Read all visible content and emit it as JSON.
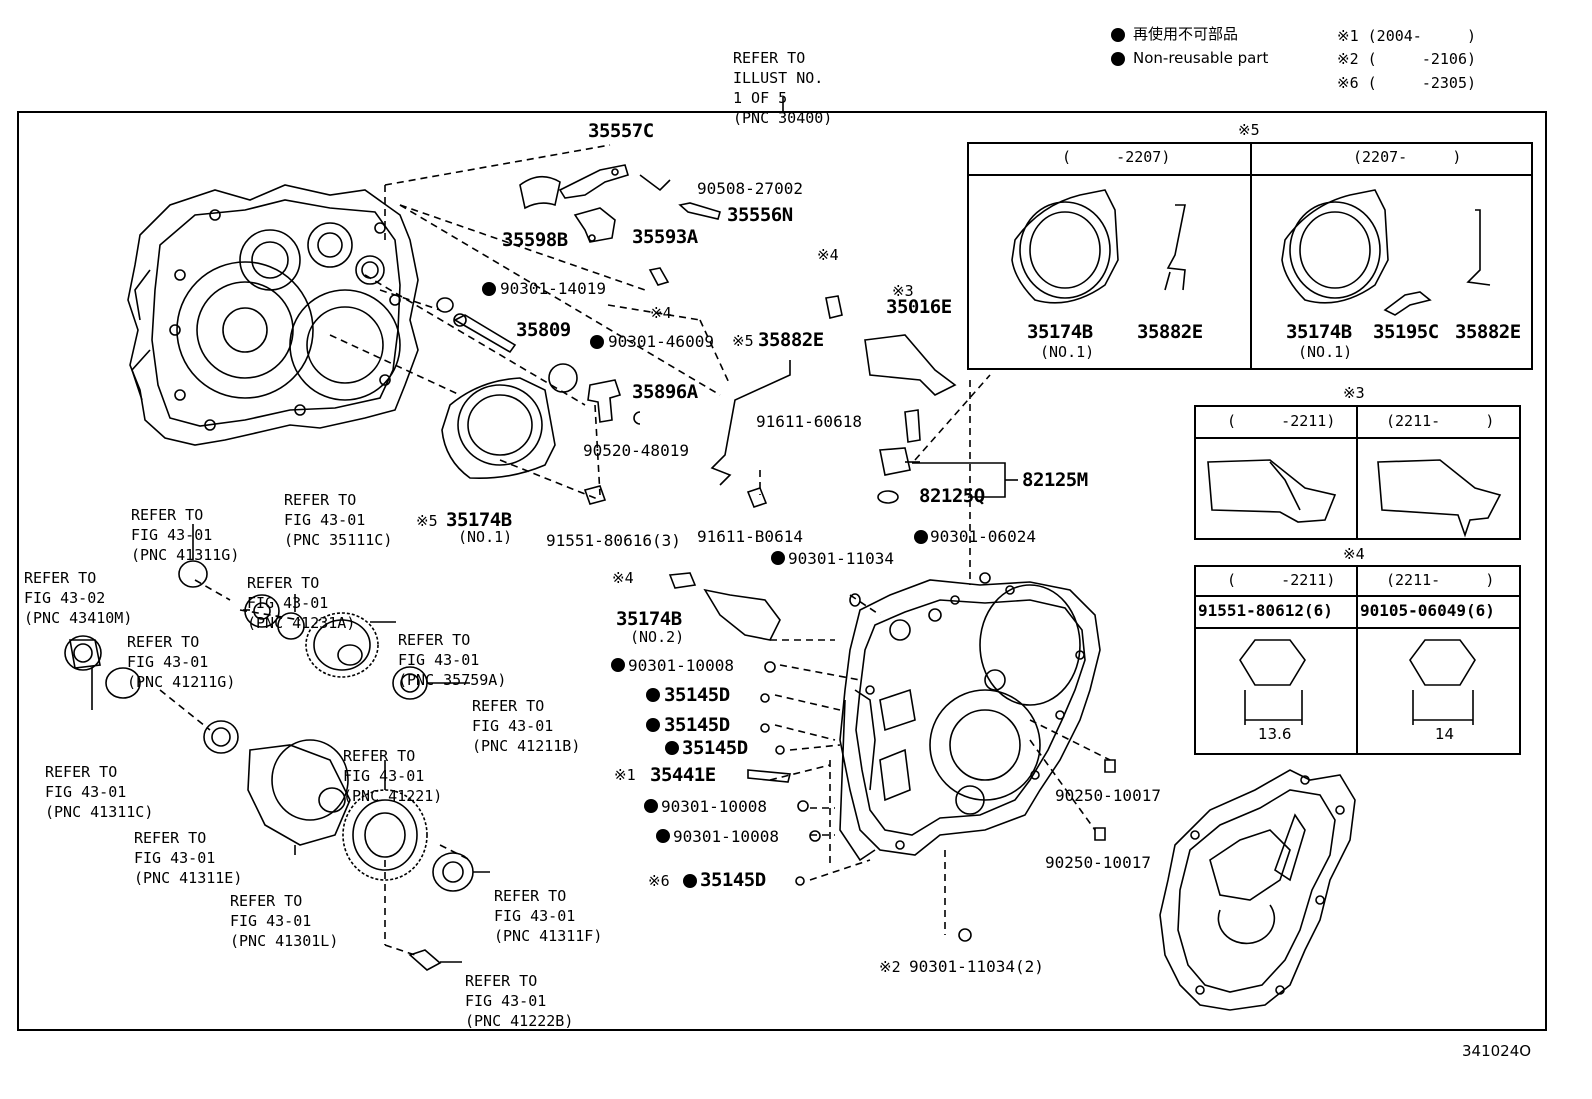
{
  "header": {
    "refer_top": [
      "REFER TO",
      "ILLUST NO.",
      "1 OF 5",
      "(PNC 30400)"
    ],
    "legend_jp": "再使用不可部品",
    "legend_en": "Non-reusable part",
    "notes": [
      "※1 (2004-     )",
      "※2 (     -2106)",
      "※6 (     -2305)"
    ]
  },
  "inset5": {
    "mark": "※5",
    "col1_range": "(     -2207)",
    "col2_range": "(2207-     )",
    "col1_parts": [
      "35174B",
      "35882E"
    ],
    "col1_sub": "(NO.1)",
    "col2_parts": [
      "35174B",
      "35195C",
      "35882E"
    ],
    "col2_sub": "(NO.1)"
  },
  "inset3": {
    "mark": "※3",
    "col1_range": "(     -2211)",
    "col2_range": "(2211-     )"
  },
  "inset4": {
    "mark": "※4",
    "col1_range": "(     -2211)",
    "col2_range": "(2211-     )",
    "col1_part": "91551-80612(6)",
    "col2_part": "90105-06049(6)",
    "col1_dim": "13.6",
    "col2_dim": "14"
  },
  "parts": {
    "p35557C": "35557C",
    "p90508": "90508-27002",
    "p35556N": "35556N",
    "p35598B": "35598B",
    "p35593A": "35593A",
    "mark4a": "※4",
    "p90301_14019": "90301-14019",
    "p35809": "35809",
    "p90301_46009": "90301-46009",
    "mark5a": "※5",
    "p35882E": "35882E",
    "mark4b": "※4",
    "mark3": "※3",
    "p35016E": "35016E",
    "p35896A": "35896A",
    "p90520": "90520-48019",
    "p91611_60618": "91611-60618",
    "p82125M": "82125M",
    "p82125Q": "82125Q",
    "mark5b": "※5",
    "p35174B": "35174B",
    "p35174B_sub": "(NO.1)",
    "p91551_80616": "91551-80616(3)",
    "p91611_B0614": "91611-B0614",
    "p90301_06024": "90301-06024",
    "p90301_11034": "90301-11034",
    "mark4c": "※4",
    "p35174B2": "35174B",
    "p35174B2_sub": "(NO.2)",
    "p90301_10008a": "90301-10008",
    "p35145Da": "35145D",
    "p35145Db": "35145D",
    "p35145Dc": "35145D",
    "mark1": "※1",
    "p35441E": "35441E",
    "p90301_10008b": "90301-10008",
    "p90301_10008c": "90301-10008",
    "mark6": "※6",
    "p35145Dd": "35145D",
    "p90250a": "90250-10017",
    "p90250b": "90250-10017",
    "mark2": "※2",
    "p90301_11034_2": "90301-11034(2)"
  },
  "refs": {
    "r35111C": [
      "REFER TO",
      "FIG 43-01",
      "(PNC 35111C)"
    ],
    "r41311G": [
      "REFER TO",
      "FIG 43-01",
      "(PNC 41311G)"
    ],
    "r43410M": [
      "REFER TO",
      "FIG 43-02",
      "(PNC 43410M)"
    ],
    "r41231A": [
      "REFER TO",
      "FIG 43-01",
      "(PNC 41231A)"
    ],
    "r41211G": [
      "REFER TO",
      "FIG 43-01",
      "(PNC 41211G)"
    ],
    "r35759A": [
      "REFER TO",
      "FIG 43-01",
      "(PNC 35759A)"
    ],
    "r41211B": [
      "REFER TO",
      "FIG 43-01",
      "(PNC 41211B)"
    ],
    "r41221": [
      "REFER TO",
      "FIG 43-01",
      "(PNC 41221)"
    ],
    "r41311C": [
      "REFER TO",
      "FIG 43-01",
      "(PNC 41311C)"
    ],
    "r41311E": [
      "REFER TO",
      "FIG 43-01",
      "(PNC 41311E)"
    ],
    "r41301L": [
      "REFER TO",
      "FIG 43-01",
      "(PNC 41301L)"
    ],
    "r41311F": [
      "REFER TO",
      "FIG 43-01",
      "(PNC 41311F)"
    ],
    "r41222B": [
      "REFER TO",
      "FIG 43-01",
      "(PNC 41222B)"
    ]
  },
  "footer": {
    "illust_no": "341024O"
  }
}
